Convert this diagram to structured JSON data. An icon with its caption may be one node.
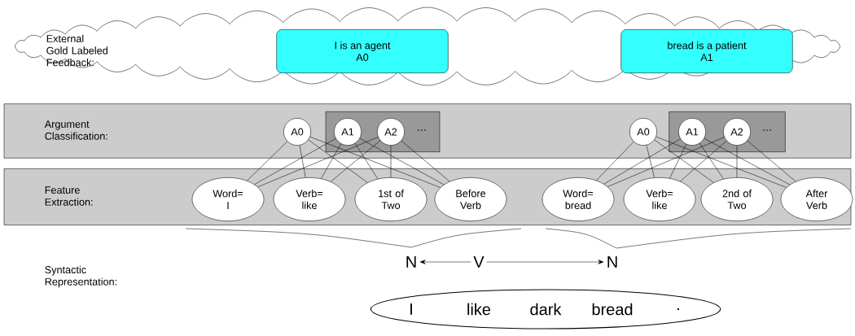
{
  "diagram": {
    "nodes": [
      {
        "text": [
          "External Gold Labeled Feedback:"
        ]
      },
      {
        "text": [
          "I is an agent",
          "A0"
        ],
        "in": 0
      },
      {
        "text": [
          "bread is a patient",
          "A1"
        ],
        "in": 0
      },
      {
        "text": [
          "Argument Classification:"
        ]
      },
      {
        "text": [
          "A0"
        ],
        "in": 3
      },
      {
        "text": [
          "…"
        ],
        "in": 3
      },
      {
        "text": [
          "A1"
        ],
        "in": 5
      },
      {
        "text": [
          "A2"
        ],
        "in": 5
      },
      {
        "text": [
          "A0"
        ],
        "in": 3
      },
      {
        "text": [
          "…"
        ],
        "in": 3
      },
      {
        "text": [
          "A1"
        ],
        "in": 9
      },
      {
        "text": [
          "A2"
        ],
        "in": 9
      },
      {
        "text": [
          "Feature Extraction:"
        ]
      },
      {
        "text": [
          "Word= I"
        ],
        "in": 12
      },
      {
        "text": [
          "Verb= like"
        ],
        "in": 12
      },
      {
        "text": [
          "1st of Two"
        ],
        "in": 12
      },
      {
        "text": [
          "Before Verb"
        ],
        "in": 12
      },
      {
        "text": [
          "Word= bread"
        ],
        "in": 12
      },
      {
        "text": [
          "Verb= like"
        ],
        "in": 12
      },
      {
        "text": [
          "2nd of Two"
        ],
        "in": 12
      },
      {
        "text": [
          "After Verb"
        ],
        "in": 12
      },
      {
        "text": [
          "N"
        ]
      },
      {
        "text": [
          "V"
        ]
      },
      {
        "text": [
          "N"
        ]
      },
      {
        "text": [
          "I",
          "like",
          "dark",
          "bread",
          "."
        ]
      }
    ],
    "edges": [
      {
        "from": 4,
        "to": 13,
        "arrow": "none"
      },
      {
        "from": 4,
        "to": 14,
        "arrow": "none"
      },
      {
        "from": 4,
        "to": 15,
        "arrow": "none"
      },
      {
        "from": 4,
        "to": 16,
        "arrow": "none"
      },
      {
        "from": 6,
        "to": 13,
        "arrow": "none"
      },
      {
        "from": 6,
        "to": 14,
        "arrow": "none"
      },
      {
        "from": 6,
        "to": 15,
        "arrow": "none"
      },
      {
        "from": 6,
        "to": 16,
        "arrow": "none"
      },
      {
        "from": 7,
        "to": 13,
        "arrow": "none"
      },
      {
        "from": 7,
        "to": 14,
        "arrow": "none"
      },
      {
        "from": 7,
        "to": 15,
        "arrow": "none"
      },
      {
        "from": 7,
        "to": 16,
        "arrow": "none"
      },
      {
        "from": 8,
        "to": 17,
        "arrow": "none"
      },
      {
        "from": 8,
        "to": 18,
        "arrow": "none"
      },
      {
        "from": 8,
        "to": 19,
        "arrow": "none"
      },
      {
        "from": 8,
        "to": 20,
        "arrow": "none"
      },
      {
        "from": 10,
        "to": 17,
        "arrow": "none"
      },
      {
        "from": 10,
        "to": 18,
        "arrow": "none"
      },
      {
        "from": 10,
        "to": 19,
        "arrow": "none"
      },
      {
        "from": 10,
        "to": 20,
        "arrow": "none"
      },
      {
        "from": 11,
        "to": 17,
        "arrow": "none"
      },
      {
        "from": 11,
        "to": 18,
        "arrow": "none"
      },
      {
        "from": 11,
        "to": 19,
        "arrow": "none"
      },
      {
        "from": 11,
        "to": 20,
        "arrow": "none"
      },
      {
        "from": 22,
        "to": 21,
        "arrow": "to"
      },
      {
        "from": 22,
        "to": 23,
        "arrow": "to"
      }
    ],
    "labels": [
      "Syntactic Representation:"
    ]
  }
}
